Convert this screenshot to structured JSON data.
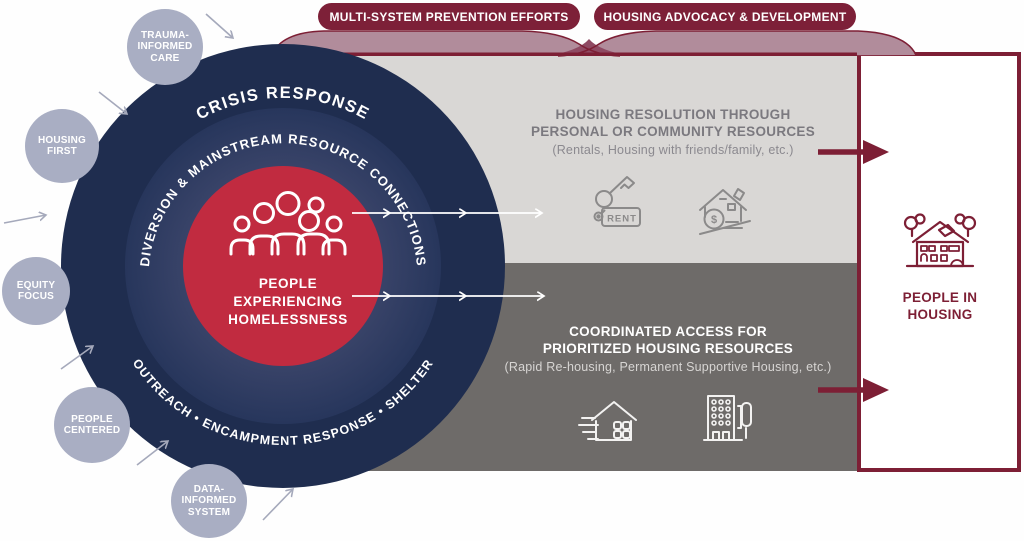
{
  "banners": {
    "left": "MULTI-SYSTEM PREVENTION EFFORTS",
    "right": "HOUSING ADVOCACY & DEVELOPMENT"
  },
  "circle": {
    "outer_label": "CRISIS RESPONSE",
    "middle_label": "DIVERSION & MAINSTREAM RESOURCE CONNECTIONS",
    "bottom_label": "OUTREACH • ENCAMPMENT RESPONSE • SHELTER",
    "center": {
      "icon": "people-group-icon",
      "lines": [
        "PEOPLE",
        "EXPERIENCING",
        "HOMELESSNESS"
      ]
    }
  },
  "principles": [
    {
      "lines": [
        "TRAUMA-",
        "INFORMED",
        "CARE"
      ]
    },
    {
      "lines": [
        "HOUSING",
        "FIRST"
      ]
    },
    {
      "lines": [
        "EQUITY",
        "FOCUS"
      ]
    },
    {
      "lines": [
        "PEOPLE",
        "CENTERED"
      ]
    },
    {
      "lines": [
        "DATA-",
        "INFORMED",
        "SYSTEM"
      ]
    }
  ],
  "tracks": {
    "top": {
      "title_lines": [
        "HOUSING RESOLUTION THROUGH",
        "PERSONAL OR COMMUNITY RESOURCES"
      ],
      "subtitle": "(Rentals, Housing with friends/family, etc.)",
      "icons": [
        "key-rent-icon",
        "house-sale-icon"
      ],
      "rent_label": "RENT",
      "dollar_glyph": "$"
    },
    "bottom": {
      "title_lines": [
        "COORDINATED ACCESS FOR",
        "PRIORITIZED HOUSING RESOURCES"
      ],
      "subtitle": "(Rapid Re-housing, Permanent Supportive Housing, etc.)",
      "icons": [
        "rapid-rehousing-icon",
        "apartment-building-icon"
      ]
    }
  },
  "outcome": {
    "icon": "house-trees-icon",
    "lines": [
      "PEOPLE IN",
      "HOUSING"
    ]
  },
  "colors": {
    "navy": "#1f2d4f",
    "red": "#c12b40",
    "maroon": "#7d1f35",
    "mauve": "#b18c9b",
    "mauve_overlap": "#8f4a63",
    "band_light": "#d9d7d5",
    "band_dark": "#6e6b69",
    "principle_lavender": "#a9aec3",
    "gray_text": "#7b797f",
    "icon_gray": "#8b8a8a"
  }
}
